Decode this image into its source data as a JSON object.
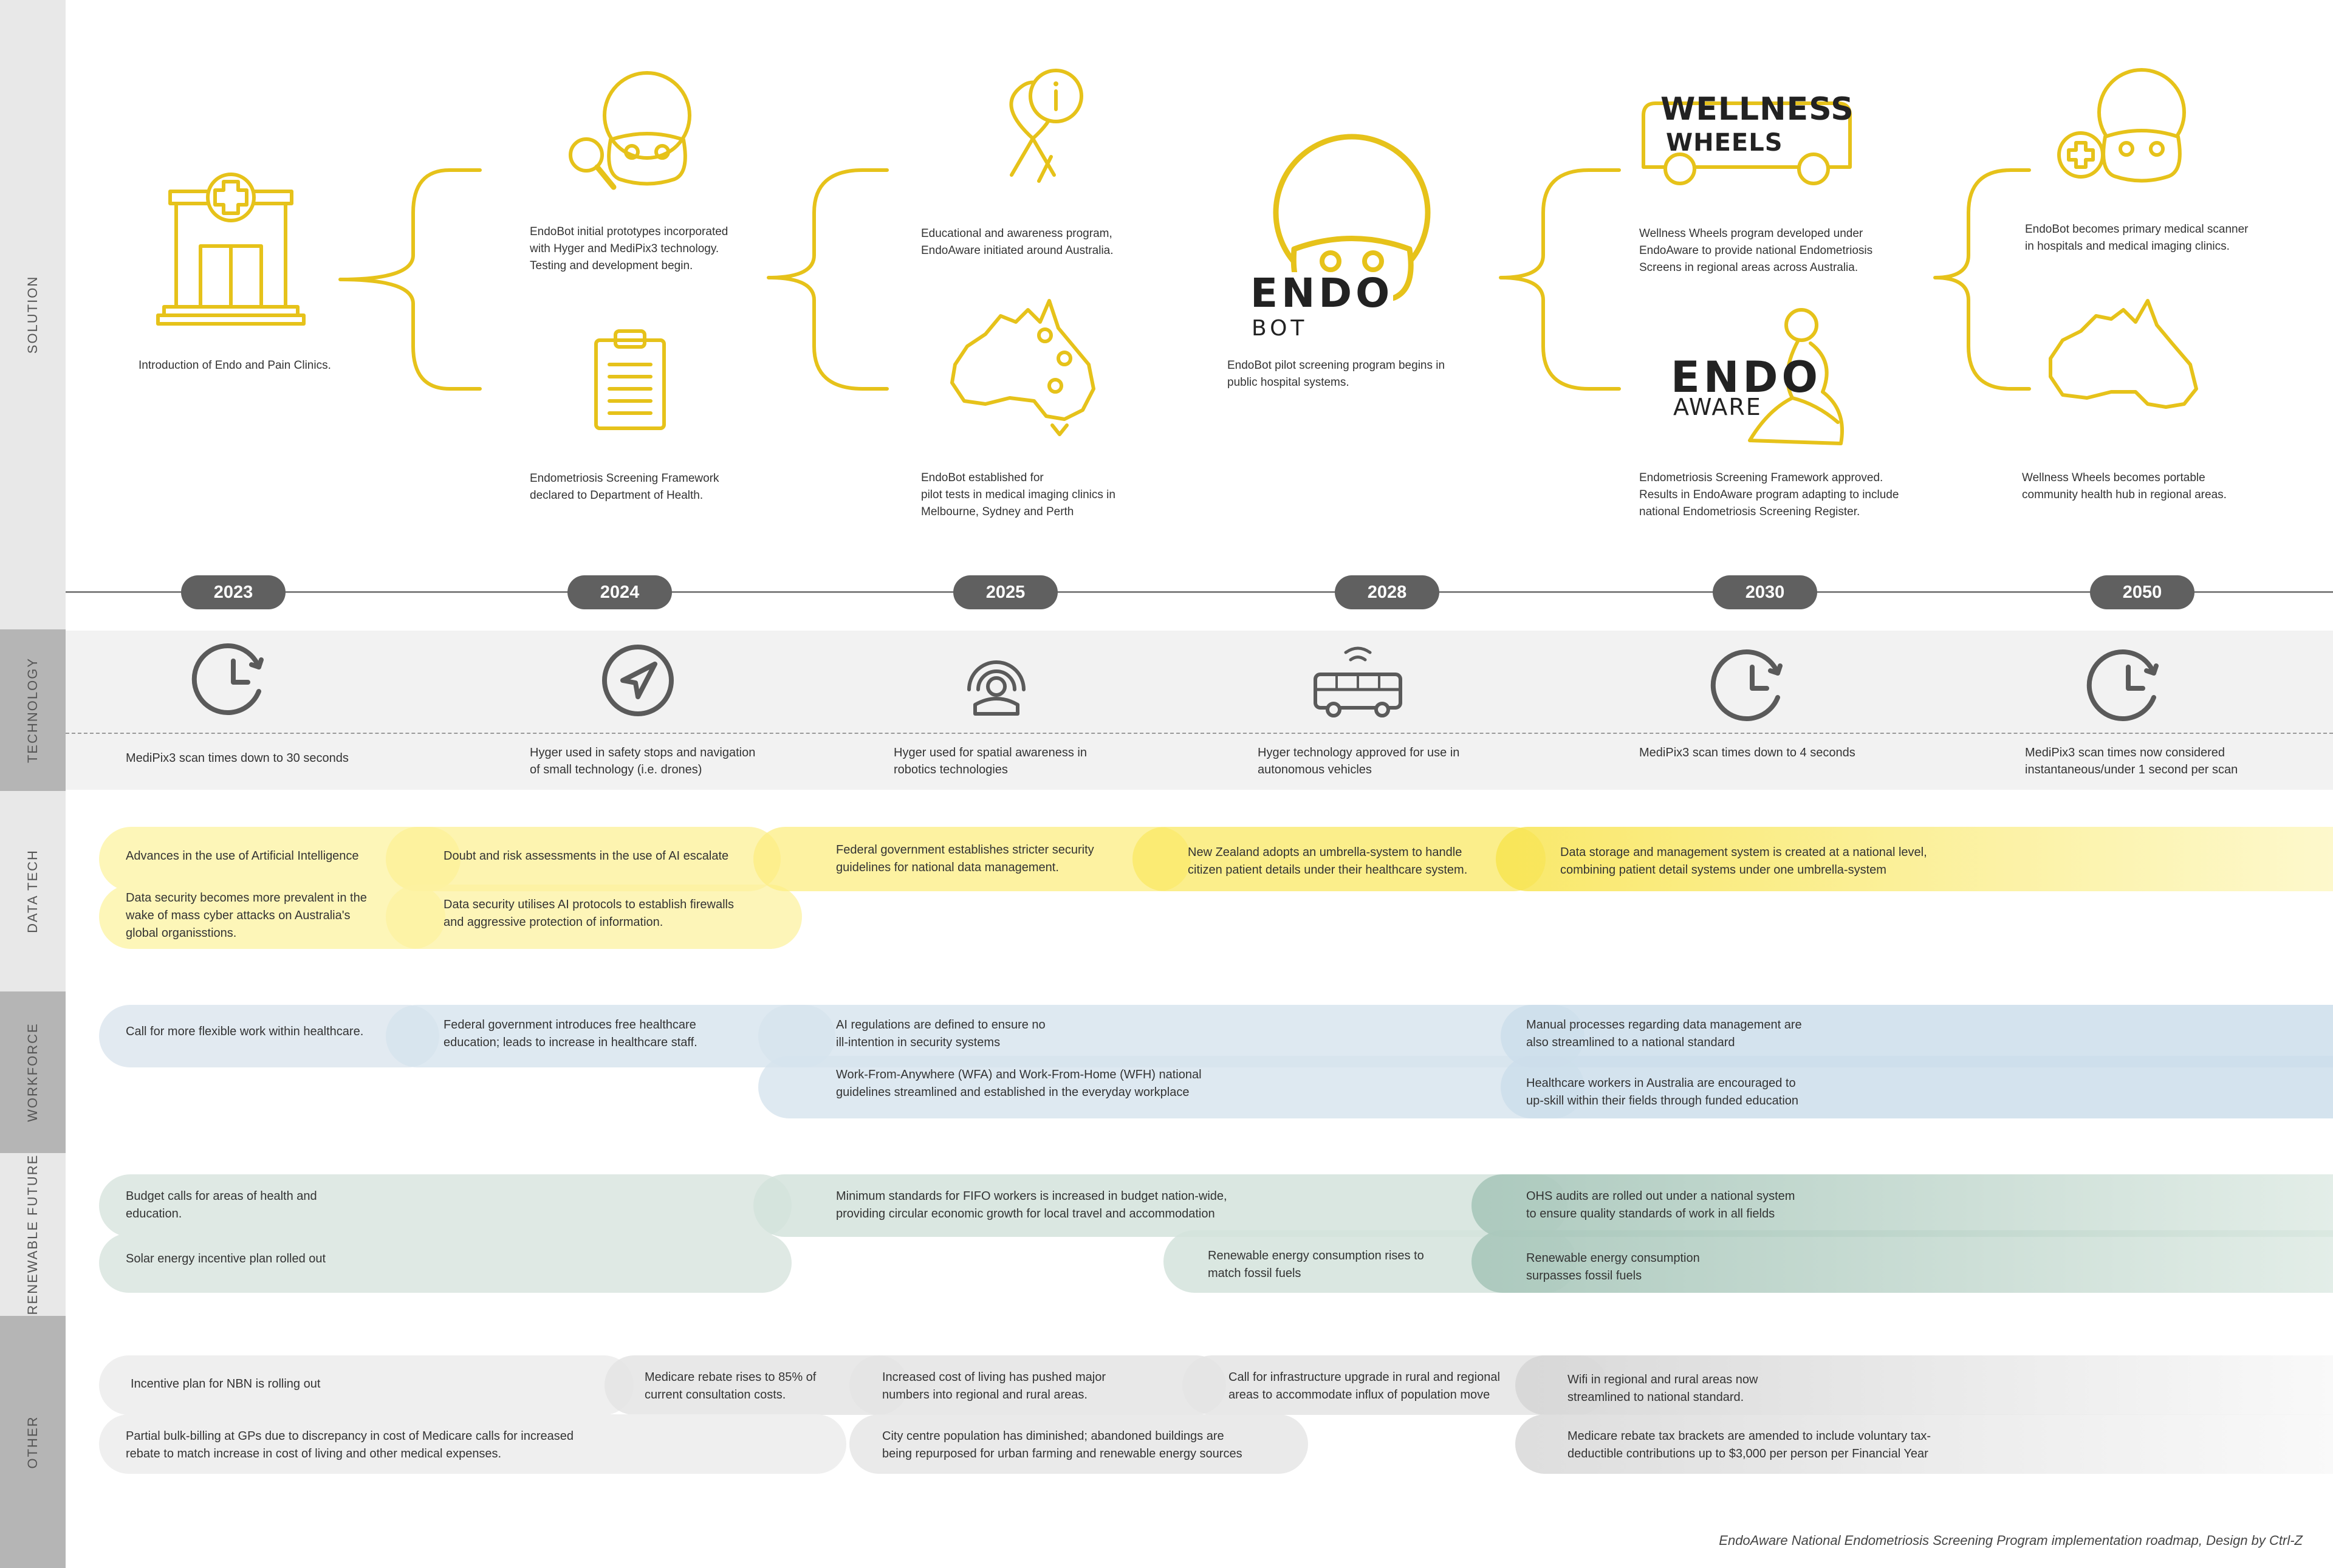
{
  "rows": {
    "solution": "SOLUTION",
    "technology": "TECHNOLOGY",
    "data_tech": "DATA TECH",
    "workforce": "WORKFORCE",
    "renewable": "RENEWABLE FUTURE",
    "other": "OTHER"
  },
  "years": [
    "2023",
    "2024",
    "2025",
    "2028",
    "2030",
    "2050"
  ],
  "brands": {
    "endo": "ENDO",
    "bot": "BOT",
    "endo2": "ENDO",
    "aware": "AWARE",
    "wellness": "WELLNESS",
    "wheels": "WHEELS"
  },
  "solution": {
    "s2023": "Introduction of Endo and Pain Clinics.",
    "s2024a": "EndoBot initial prototypes incorporated\nwith Hyger and MediPix3 technology.\nTesting and development begin.",
    "s2024b": "Endometriosis Screening Framework\ndeclared to Department of Health.",
    "s2025a": "Educational and awareness program,\nEndoAware initiated around Australia.",
    "s2025b": "EndoBot established for\npilot tests in medical imaging clinics in\nMelbourne, Sydney and Perth",
    "s2028": "EndoBot pilot screening program begins in\npublic hospital systems.",
    "s2030a": "Wellness Wheels program developed under\nEndoAware to provide national Endometriosis\nScreens in regional areas across Australia.",
    "s2030b": "Endometriosis Screening Framework approved.\nResults in EndoAware program adapting to include\nnational Endometriosis Screening Register.",
    "s2050a": "EndoBot becomes primary medical scanner\nin hospitals and medical imaging clinics.",
    "s2050b": "Wellness Wheels becomes portable\ncommunity health hub in regional areas."
  },
  "technology": {
    "t2023": "MediPix3 scan times down to 30 seconds",
    "t2024": "Hyger used in safety stops and navigation\nof small technology (i.e. drones)",
    "t2025": "Hyger used for spatial awareness in\nrobotics technologies",
    "t2028": "Hyger technology approved for use in\nautonomous vehicles",
    "t2030": "MediPix3 scan times down to 4 seconds",
    "t2050": "MediPix3 scan times now considered\ninstantaneous/under 1 second per scan"
  },
  "data_tech": {
    "d1": "Advances in the use of Artificial Intelligence",
    "d2": "Data security becomes more prevalent in the\nwake of mass cyber attacks on Australia's\nglobal organisstions.",
    "d3": "Doubt and risk assessments in the use of AI escalate",
    "d4": "Data security utilises AI protocols to establish firewalls\nand aggressive protection of information.",
    "d5": "Federal government establishes stricter security\nguidelines for national data management.",
    "d6": "New Zealand adopts an umbrella-system to handle\ncitizen patient details under their healthcare system.",
    "d7": "Data storage and management system is created at a national level,\ncombining patient detail systems under one umbrella-system"
  },
  "workforce": {
    "w1": "Call for more flexible work within healthcare.",
    "w2": "Federal government introduces free healthcare\neducation; leads to increase in healthcare staff.",
    "w3": "AI regulations are defined to ensure no\nill-intention in security systems",
    "w4": "Work-From-Anywhere (WFA) and Work-From-Home (WFH) national\nguidelines streamlined and established in the everyday workplace",
    "w5": "Manual processes regarding data management are\nalso streamlined to a national standard",
    "w6": "Healthcare workers in Australia are encouraged to\nup-skill within their fields through funded education"
  },
  "renewable": {
    "r1": "Budget calls for areas of health and\neducation.",
    "r2": "Solar energy incentive plan rolled out",
    "r3": "Minimum standards for FIFO workers is increased in budget nation-wide,\nproviding circular economic growth for local travel and accommodation",
    "r4": "Renewable energy consumption rises to\nmatch fossil fuels",
    "r5": "OHS audits are rolled out under a national system\nto ensure quality standards of work in all fields",
    "r6": "Renewable energy consumption\nsurpasses fossil fuels"
  },
  "other": {
    "o1": "Incentive plan for NBN is rolling out",
    "o2": "Medicare rebate rises to 85% of\ncurrent consultation costs.",
    "o3": "Increased cost of living has pushed major\nnumbers into regional and rural areas.",
    "o4": "Call for infrastructure upgrade in rural and regional\nareas to accommodate influx of population move",
    "o5": "Wifi in regional and rural areas now\nstreamlined to national standard.",
    "o6": "Partial bulk-billing at GPs due to discrepancy in cost of Medicare calls for increased\nrebate to match increase in cost of living and other medical expenses.",
    "o7": "City centre population has diminished; abandoned buildings are\nbeing repurposed for urban farming and renewable energy sources",
    "o8": "Medicare rebate tax brackets are amended to include voluntary tax-\ndeductible contributions up to $3,000 per person per Financial Year"
  },
  "footer": "EndoAware National  Endometriosis  Screening Program implementation roadmap, Design by Ctrl-Z",
  "colors": {
    "accent_yellow": "#e6c21a",
    "data_tech_fill": "#fdf6b8",
    "workforce_fill": "#dde8f0",
    "renewable_fill": "#dbe7e1",
    "other_fill": "#eeeeee",
    "year_badge": "#606060"
  }
}
